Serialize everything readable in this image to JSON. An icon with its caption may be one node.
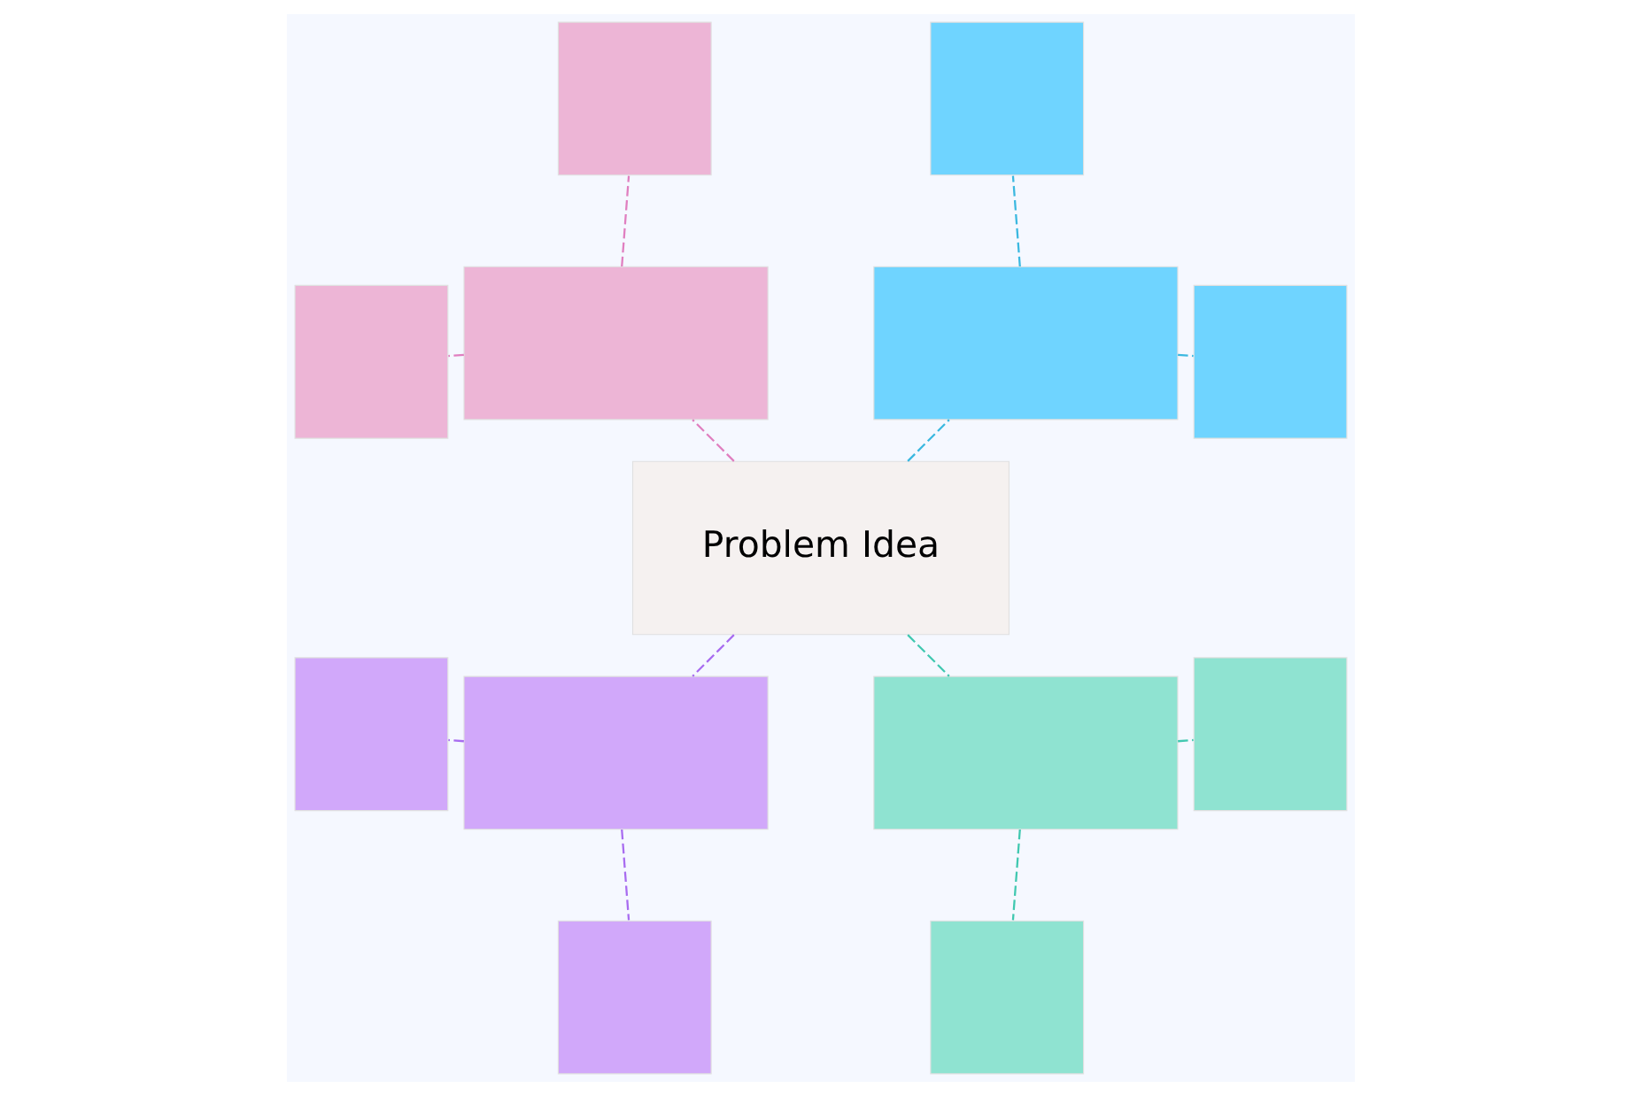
{
  "diagram": {
    "nodes": [
      {
        "text": [],
        "shape": "box"
      },
      {
        "text": [],
        "shape": "box"
      },
      {
        "text": [],
        "shape": "box"
      },
      {
        "text": [],
        "shape": "box"
      },
      {
        "text": [],
        "shape": "box"
      },
      {
        "text": [
          "Problem Idea"
        ]
      },
      {
        "text": [],
        "shape": "box"
      },
      {
        "text": [],
        "shape": "box"
      },
      {
        "text": [],
        "shape": "box"
      },
      {
        "text": [],
        "shape": "box"
      },
      {
        "text": [],
        "shape": "box"
      },
      {
        "text": [],
        "shape": "box"
      },
      {
        "text": [],
        "shape": "box"
      }
    ],
    "edges": [
      {
        "from": 5,
        "to": 2,
        "arrow": "none",
        "style": "dashed",
        "color": "#3bb8e0"
      },
      {
        "from": 2,
        "to": 0,
        "arrow": "none",
        "style": "dashed",
        "color": "#3bb8e0"
      },
      {
        "from": 2,
        "to": 1,
        "arrow": "none",
        "style": "dashed",
        "color": "#3bb8e0"
      },
      {
        "from": 5,
        "to": 4,
        "arrow": "none",
        "style": "dashed",
        "color": "#e07fc0"
      },
      {
        "from": 4,
        "to": 3,
        "arrow": "none",
        "style": "dashed",
        "color": "#e07fc0"
      },
      {
        "from": 4,
        "to": 8,
        "arrow": "none",
        "style": "dashed",
        "color": "#e07fc0"
      },
      {
        "from": 5,
        "to": 6,
        "arrow": "none",
        "style": "dashed",
        "color": "#a86cf0"
      },
      {
        "from": 6,
        "to": 7,
        "arrow": "none",
        "style": "dashed",
        "color": "#a86cf0"
      },
      {
        "from": 6,
        "to": 9,
        "arrow": "none",
        "style": "dashed",
        "color": "#a86cf0"
      },
      {
        "from": 5,
        "to": 10,
        "arrow": "none",
        "style": "dashed",
        "color": "#40c8b0"
      },
      {
        "from": 10,
        "to": 11,
        "arrow": "none",
        "style": "dashed",
        "color": "#40c8b0"
      },
      {
        "from": 10,
        "to": 12,
        "arrow": "none",
        "style": "dashed",
        "color": "#40c8b0"
      }
    ]
  }
}
